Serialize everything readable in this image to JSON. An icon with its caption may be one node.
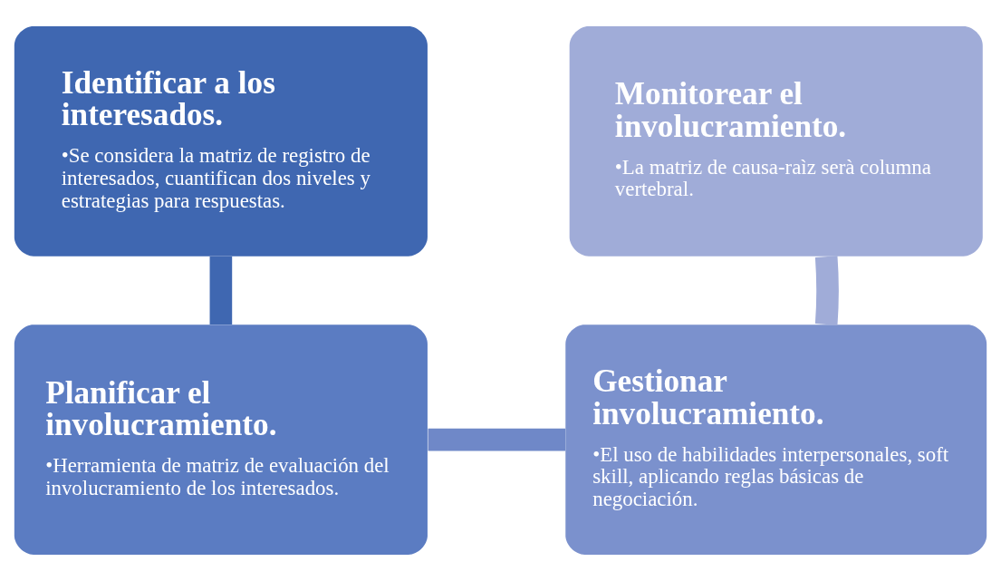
{
  "diagram": {
    "nodes": [
      {
        "text": [
          "Identificar a los interesados.",
          "•Se considera la matriz de registro de interesados, cuantifican dos niveles y estrategias para respuestas."
        ]
      },
      {
        "text": [
          "Monitorear el involucramiento.",
          "•La matriz de causa-raìz serà columna vertebral."
        ]
      },
      {
        "text": [
          "Planificar el involucramiento.",
          "•Herramienta de matriz de evaluación del involucramiento de los interesados."
        ]
      },
      {
        "text": [
          "Gestionar involucramiento.",
          "•El uso de habilidades interpersonales, soft skill, aplicando reglas básicas de negociación."
        ]
      }
    ],
    "edges": [
      {
        "from": 0,
        "to": 2,
        "arrow": "none",
        "color": "#3f67b1"
      },
      {
        "from": 2,
        "to": 3,
        "arrow": "none",
        "color": "#6f88c8"
      },
      {
        "from": 3,
        "to": 1,
        "arrow": "none",
        "color": "#a0acd8"
      }
    ]
  }
}
